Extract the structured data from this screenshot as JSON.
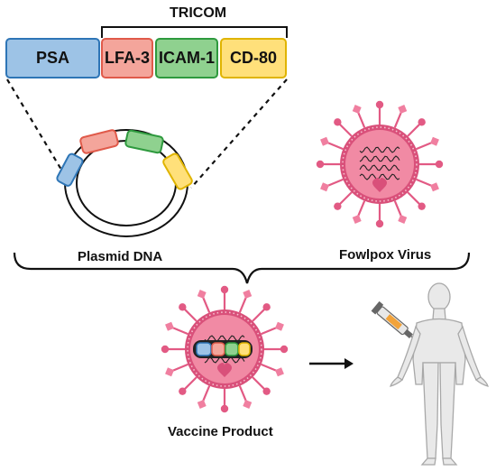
{
  "tricom_label": "TRICOM",
  "genes": [
    {
      "label": "PSA",
      "fill": "#9dc3e6",
      "stroke": "#2e75b6"
    },
    {
      "label": "LFA-3",
      "fill": "#f4a59b",
      "stroke": "#e05a4a"
    },
    {
      "label": "ICAM-1",
      "fill": "#8fd18f",
      "stroke": "#2e9a3e"
    },
    {
      "label": "CD-80",
      "fill": "#ffe07a",
      "stroke": "#e0b400"
    }
  ],
  "plasmid_label": "Plasmid DNA",
  "fowlpox_label": "Fowlpox Virus",
  "vaccine_label": "Vaccine Product",
  "colors": {
    "virus_outer": "#d9507a",
    "virus_inner": "#f18aa4",
    "virus_spike": "#e25a84",
    "virus_spike_tip": "#f07fa0",
    "human": "#e8e8e8",
    "human_stroke": "#a8a8a8"
  }
}
